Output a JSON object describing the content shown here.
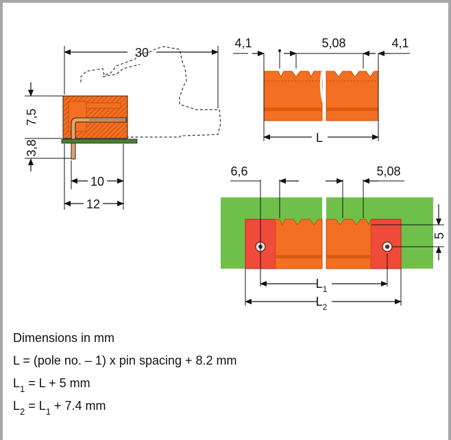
{
  "colors": {
    "frame": "#a6a6aa",
    "orange": "#f36f21",
    "orange_dark": "#c94d0a",
    "green": "#6fc04b",
    "red": "#f04a3a",
    "pcb": "#4a7a3a",
    "pin": "#e8a06a"
  },
  "side_view": {
    "dim_30": "30",
    "dim_7_5": "7,5",
    "dim_3_8": "3,8",
    "dim_10": "10",
    "dim_12": "12"
  },
  "front_view": {
    "dim_4_1_left": "4,1",
    "dim_5_08": "5,08",
    "dim_4_1_right": "4,1",
    "dim_L": "L"
  },
  "panel_view": {
    "dim_6_6": "6,6",
    "dim_5_08": "5,08",
    "dim_5": "5",
    "dim_L1_main": "L",
    "dim_L1_sub": "1",
    "dim_L2_main": "L",
    "dim_L2_sub": "2"
  },
  "notes": {
    "line1": "Dimensions in mm",
    "line2": "L = (pole no. – 1) x pin spacing + 8.2 mm",
    "line3_a": "L",
    "line3_sub": "1",
    "line3_b": " = L + 5 mm",
    "line4_a": "L",
    "line4_sub": "2",
    "line4_b": " = L",
    "line4_sub2": "1",
    "line4_c": " + 7.4 mm"
  }
}
